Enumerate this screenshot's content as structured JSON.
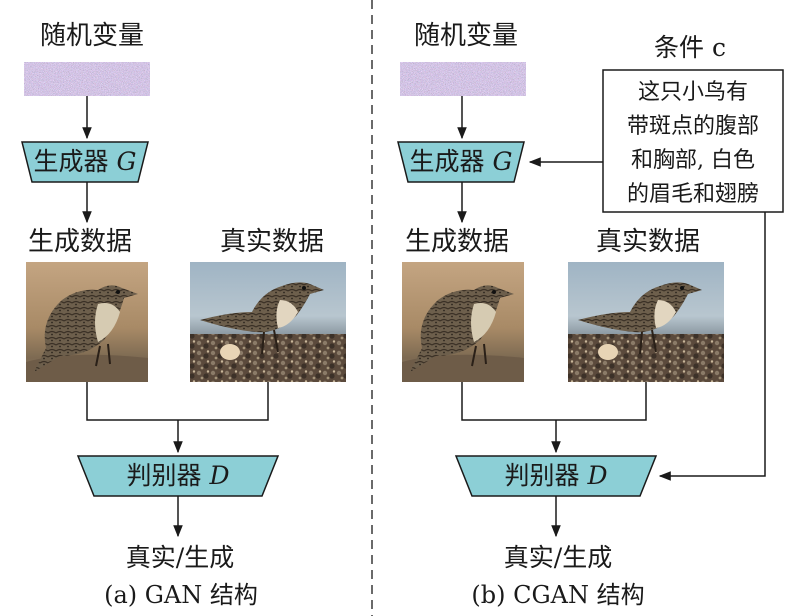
{
  "colors": {
    "trapezoid_fill": "#8ccfd6",
    "line": "#1a1a1a",
    "background": "#ffffff"
  },
  "gan": {
    "noise_label": "随机变量",
    "generator_label": "生成器",
    "generator_symbol": "G",
    "fake_data_label": "生成数据",
    "real_data_label": "真实数据",
    "discriminator_label": "判别器",
    "discriminator_symbol": "D",
    "output_label": "真实/生成",
    "caption": "(a) GAN 结构"
  },
  "cgan": {
    "noise_label": "随机变量",
    "generator_label": "生成器",
    "generator_symbol": "G",
    "fake_data_label": "生成数据",
    "real_data_label": "真实数据",
    "discriminator_label": "判别器",
    "discriminator_symbol": "D",
    "output_label": "真实/生成",
    "condition_label": "条件 c",
    "condition_text": [
      "这只小鸟有",
      "带斑点的腹部",
      "和胸部, 白色",
      "的眉毛和翅膀"
    ],
    "caption": "(b) CGAN 结构"
  },
  "icons": {
    "noise": "noise-image",
    "fake_bird": "generated-bird-photo",
    "real_bird": "real-bird-photo"
  }
}
